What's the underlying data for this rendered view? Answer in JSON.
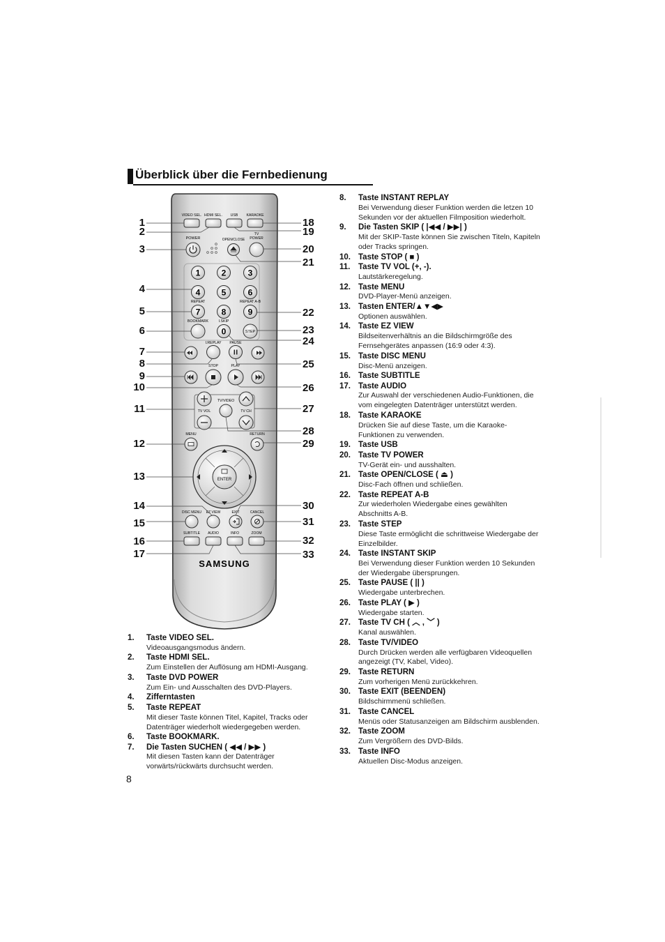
{
  "heading": "Überblick über die Fernbedienung",
  "page_number": "8",
  "brand": "SAMSUNG",
  "remote": {
    "buttons": {
      "video_sel": "VIDEO SEL.",
      "hdmi_sel": "HDMI SEL.",
      "usb": "USB",
      "karaoke": "KARAOKE",
      "power": "POWER",
      "open_close": "OPEN/CLOSE",
      "tv_power_1": "TV",
      "tv_power_2": "POWER",
      "digits": [
        "1",
        "2",
        "3",
        "4",
        "5",
        "6",
        "7",
        "8",
        "9",
        "0"
      ],
      "repeat": "REPEAT",
      "repeat_ab": "REPEAT A-B",
      "bookmark": "BOOKMARK",
      "iskip": "I.SKIP",
      "step": "STEP",
      "ireplay": "I.REPLAY",
      "pause": "PAUSE",
      "stop": "STOP",
      "play": "PLAY",
      "tv_vol": "TV VOL",
      "tv_video": "TV/VIDEO",
      "tv_ch": "TV CH",
      "menu": "MENU",
      "return": "RETURN",
      "enter": "ENTER",
      "disc_menu": "DISC MENU",
      "ez_view": "EZ VIEW",
      "exit": "EXIT",
      "cancel": "CANCEL",
      "subtitle": "SUBTITLE",
      "audio": "AUDIO",
      "info": "INFO",
      "zoom": "ZOOM"
    },
    "callouts_left": [
      "1",
      "2",
      "3",
      "4",
      "5",
      "6",
      "7",
      "8",
      "9",
      "10",
      "11",
      "12",
      "13",
      "14",
      "15",
      "16",
      "17"
    ],
    "callouts_right": [
      "18",
      "19",
      "20",
      "21",
      "22",
      "23",
      "24",
      "25",
      "26",
      "27",
      "28",
      "29",
      "30",
      "31",
      "32",
      "33"
    ]
  },
  "legend_left": [
    {
      "num": "1.",
      "title": "Taste VIDEO SEL.",
      "desc": "Videoausgangsmodus ändern."
    },
    {
      "num": "2.",
      "title": "Taste HDMI SEL.",
      "desc": "Zum Einstellen der Auflösung am HDMI-Ausgang."
    },
    {
      "num": "3.",
      "title": "Taste DVD POWER",
      "desc": "Zum Ein- und Ausschalten des DVD-Players."
    },
    {
      "num": "4.",
      "title": "Zifferntasten",
      "desc": ""
    },
    {
      "num": "5.",
      "title": "Taste REPEAT",
      "desc": "Mit dieser Taste können Titel, Kapitel, Tracks oder Datenträger wiederholt wiedergegeben werden."
    },
    {
      "num": "6.",
      "title": "Taste BOOKMARK.",
      "desc": ""
    },
    {
      "num": "7.",
      "title": "Die Tasten SUCHEN ( ◀◀ / ▶▶ )",
      "desc": "Mit diesen Tasten kann der Datenträger vorwärts/rückwärts durchsucht werden."
    }
  ],
  "legend_right": [
    {
      "num": "8.",
      "title": "Taste INSTANT REPLAY",
      "desc": "Bei Verwendung dieser Funktion werden die letzen 10 Sekunden vor der aktuellen Filmposition wiederholt."
    },
    {
      "num": "9.",
      "title": "Die Tasten SKIP ( |◀◀ / ▶▶| )",
      "desc": "Mit der SKIP-Taste können Sie zwischen Titeln, Kapiteln oder Tracks springen."
    },
    {
      "num": "10.",
      "title": "Taste STOP  ( ■ )",
      "desc": ""
    },
    {
      "num": "11.",
      "title": "Taste TV VOL (+, -).",
      "desc": "Lautstärkeregelung."
    },
    {
      "num": "12.",
      "title": "Taste MENU",
      "desc": "DVD-Player-Menü anzeigen."
    },
    {
      "num": "13.",
      "title": "Tasten ENTER/▲▼◀▶",
      "desc": "Optionen auswählen."
    },
    {
      "num": "14.",
      "title": "Taste EZ VIEW",
      "desc": "Bildseitenverhältnis an die Bildschirmgröße des Fernsehgerätes anpassen (16:9 oder 4:3)."
    },
    {
      "num": "15.",
      "title": "Taste DISC MENU",
      "desc": "Disc-Menü anzeigen."
    },
    {
      "num": "16.",
      "title": "Taste SUBTITLE",
      "desc": ""
    },
    {
      "num": "17.",
      "title": "Taste AUDIO",
      "desc": "Zur Auswahl der verschiedenen Audio-Funktionen, die vom eingelegten Datenträger unterstützt werden."
    },
    {
      "num": "18.",
      "title": "Taste KARAOKE",
      "desc": "Drücken Sie auf diese Taste, um die Karaoke-Funktionen zu verwenden."
    },
    {
      "num": "19.",
      "title": "Taste USB",
      "desc": ""
    },
    {
      "num": "20.",
      "title": "Taste TV POWER",
      "desc": "TV-Gerät ein- und ausshalten."
    },
    {
      "num": "21.",
      "title": "Taste OPEN/CLOSE  ( ⏏ )",
      "desc": "Disc-Fach öffnen und schließen."
    },
    {
      "num": "22.",
      "title": "Taste REPEAT A-B",
      "desc": "Zur wiederholen Wiedergabe eines gewählten Abschnitts A-B."
    },
    {
      "num": "23.",
      "title": "Taste STEP",
      "desc": "Diese Taste ermöglicht die schrittweise Wiedergabe der Einzelbilder."
    },
    {
      "num": "24.",
      "title": "Taste INSTANT SKIP",
      "desc": "Bei Verwendung dieser Funktion werden 10 Sekunden der Wiedergabe übersprungen."
    },
    {
      "num": "25.",
      "title": "Taste PAUSE ( || )",
      "desc": "Wiedergabe unterbrechen."
    },
    {
      "num": "26.",
      "title": "Taste PLAY ( ▶ )",
      "desc": "Wiedergabe starten."
    },
    {
      "num": "27.",
      "title": "Taste TV CH ( ︿ ,  ﹀ )",
      "desc": "Kanal auswählen."
    },
    {
      "num": "28.",
      "title": "Taste TV/VIDEO",
      "desc": "Durch Drücken werden alle verfügbaren Videoquellen angezeigt (TV, Kabel, Video)."
    },
    {
      "num": "29.",
      "title": "Taste RETURN",
      "desc": "Zum vorherigen Menü zurückkehren."
    },
    {
      "num": "30.",
      "title": "Taste EXIT (BEENDEN)",
      "desc": "Bildschirmmenü schließen."
    },
    {
      "num": "31.",
      "title": "Taste CANCEL",
      "desc": "Menüs oder Statusanzeigen am Bildschirm ausblenden."
    },
    {
      "num": "32.",
      "title": "Taste ZOOM",
      "desc": "Zum Vergrößern des DVD-Bilds."
    },
    {
      "num": "33.",
      "title": "Taste INFO",
      "desc": "Aktuellen Disc-Modus anzeigen."
    }
  ]
}
